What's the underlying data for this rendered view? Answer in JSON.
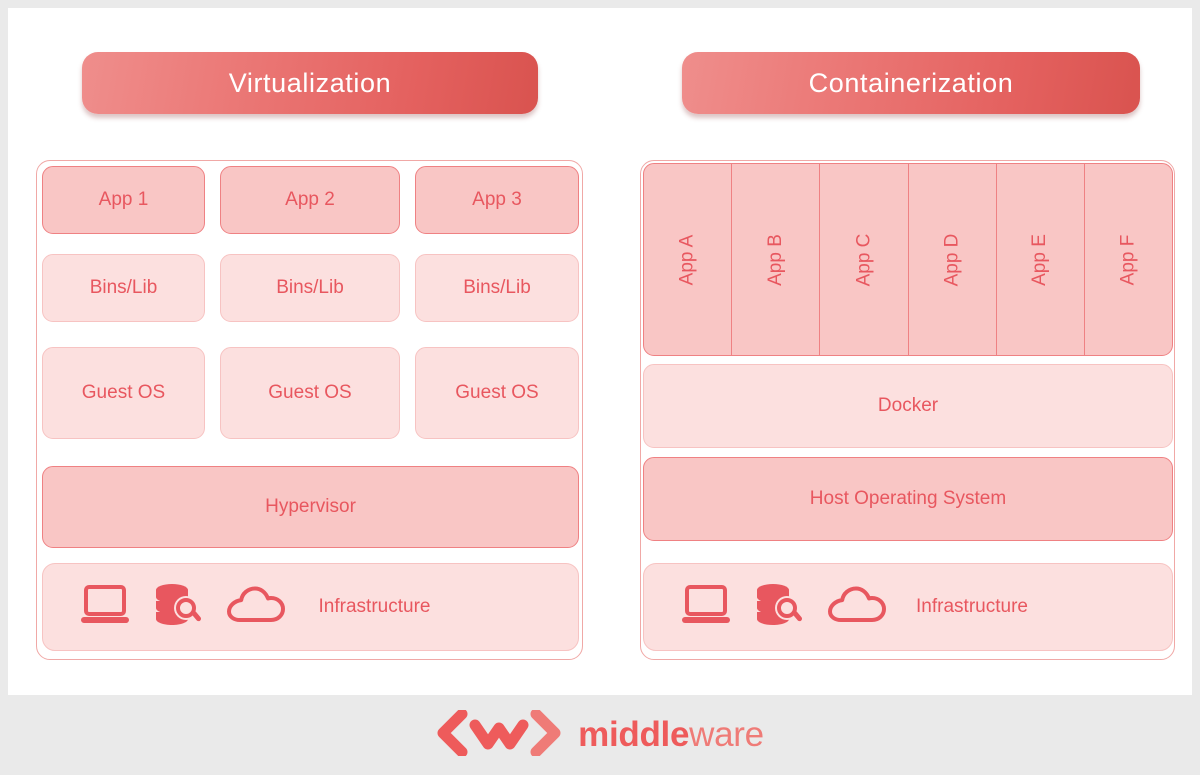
{
  "theme": {
    "page_background": "#eaeaea",
    "card_background": "#ffffff",
    "accent_red": "#e8575f",
    "fill_dark_pink": "#f9c6c5",
    "fill_light_pink": "#fce0df",
    "border_pink": "#ef8183",
    "header_gradient_from": "#ef8e8c",
    "header_gradient_to": "#d9534f",
    "header_text": "#ffffff"
  },
  "diagram": {
    "type": "comparison-diagram",
    "columns": [
      {
        "id": "virtualization",
        "header": "Virtualization",
        "layers": [
          {
            "id": "apps",
            "kind": "row-of-three",
            "style": "dark",
            "cells": [
              "App 1",
              "App 2",
              "App 3"
            ]
          },
          {
            "id": "bins-lib",
            "kind": "row-of-three",
            "style": "light",
            "cells": [
              "Bins/Lib",
              "Bins/Lib",
              "Bins/Lib"
            ]
          },
          {
            "id": "guest-os",
            "kind": "row-of-three",
            "style": "light",
            "cells": [
              "Guest OS",
              "Guest OS",
              "Guest OS"
            ]
          },
          {
            "id": "hypervisor",
            "kind": "full-width",
            "style": "dark",
            "label": "Hypervisor"
          },
          {
            "id": "infrastructure",
            "kind": "infrastructure",
            "style": "light",
            "label": "Infrastructure",
            "icons": [
              "laptop-icon",
              "database-search-icon",
              "cloud-icon"
            ]
          }
        ]
      },
      {
        "id": "containerization",
        "header": "Containerization",
        "layers": [
          {
            "id": "apps",
            "kind": "vertical-columns",
            "style": "dark",
            "cells": [
              "App A",
              "App B",
              "App C",
              "App D",
              "App E",
              "App F"
            ]
          },
          {
            "id": "docker",
            "kind": "full-width",
            "style": "light",
            "label": "Docker"
          },
          {
            "id": "host-os",
            "kind": "full-width",
            "style": "dark",
            "label": "Host Operating System"
          },
          {
            "id": "infrastructure",
            "kind": "infrastructure",
            "style": "light",
            "label": "Infrastructure",
            "icons": [
              "laptop-icon",
              "database-search-icon",
              "cloud-icon"
            ]
          }
        ]
      }
    ]
  },
  "footer": {
    "logo_mark": "chevron-wave-chevron-icon",
    "brand_bold": "middle",
    "brand_light": "ware"
  }
}
